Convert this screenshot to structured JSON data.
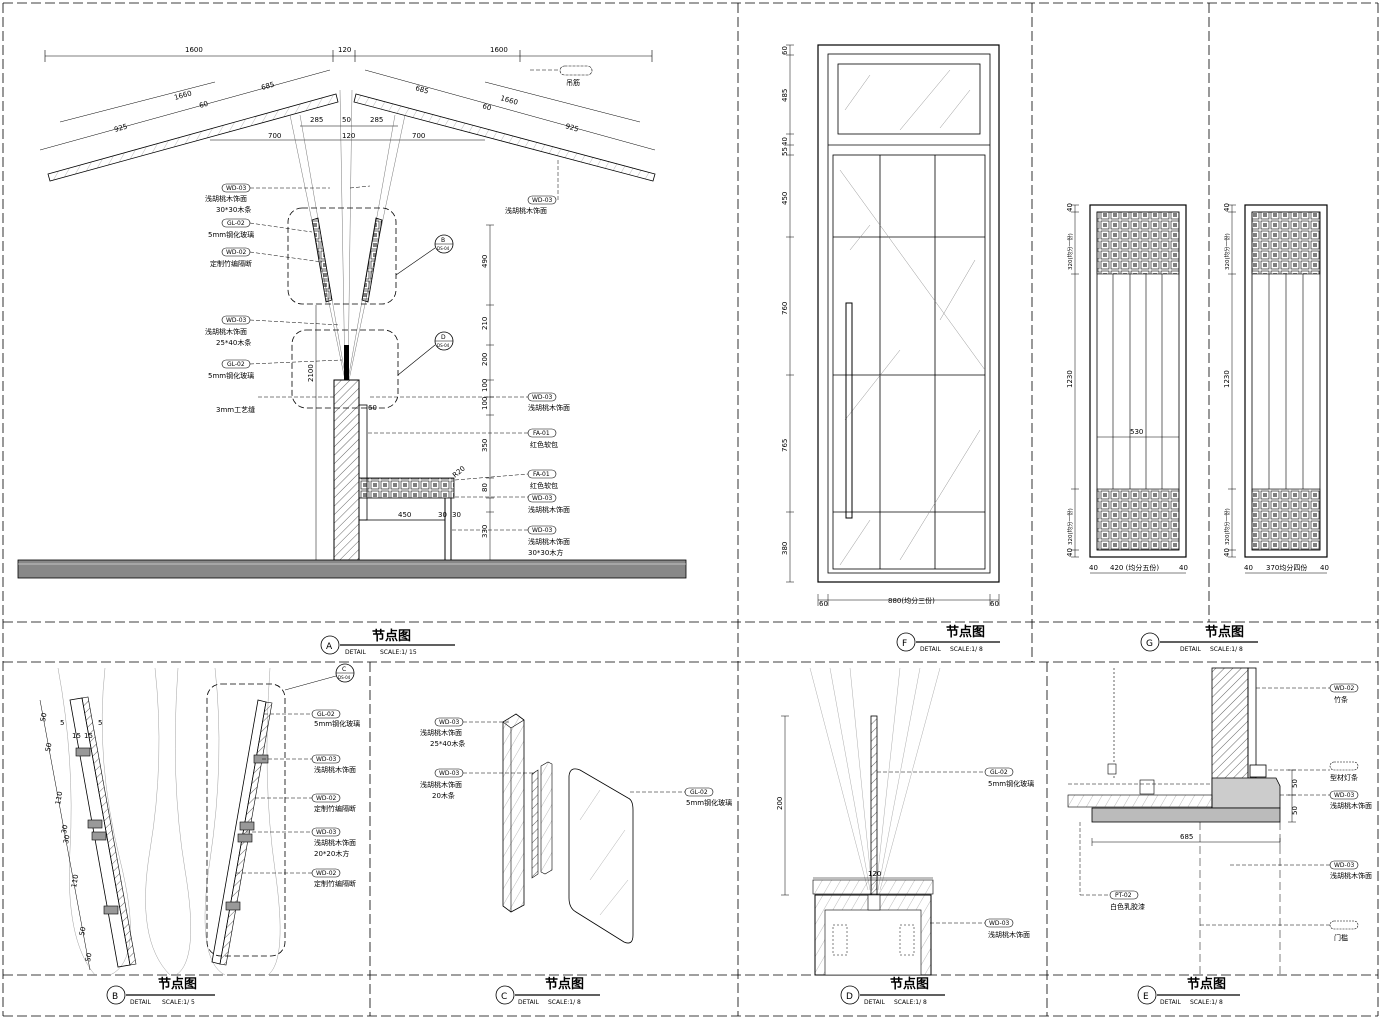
{
  "panels": {
    "A": {
      "circle": "A",
      "title": "节点图",
      "detail": "DETAIL",
      "scale": "SCALE:1/ 15",
      "dims": [
        "1600",
        "120",
        "1600",
        "1660",
        "685",
        "925",
        "60",
        "285",
        "50",
        "285",
        "120",
        "700",
        "700",
        "685",
        "60",
        "1660",
        "925",
        "490",
        "210",
        "200",
        "100",
        "100",
        "350",
        "80",
        "30",
        "450",
        "30",
        "330",
        "2100",
        "R20",
        "60"
      ],
      "tags": [
        "WD-03",
        "GL-02",
        "WD-02",
        "WD-03",
        "GL-02",
        "WD-03",
        "FA-01",
        "FA-01",
        "WD-03",
        "WD-03",
        "WD-03"
      ],
      "labels": [
        "浅胡桃木饰面",
        "30*30木条",
        "5mm钢化玻璃",
        "定制竹编隔断",
        "浅胡桃木饰面",
        "25*40木条",
        "5mm钢化玻璃",
        "3mm工艺缝",
        "浅胡桃木饰面",
        "浅胡桃木饰面",
        "红色软包",
        "红色软包",
        "浅胡桃木饰面",
        "浅胡桃木饰面",
        "30*30木方",
        "吊筋"
      ],
      "callouts": [
        {
          "l": "B",
          "s": "DS-04"
        },
        {
          "l": "D",
          "s": "DS-04"
        }
      ]
    },
    "F": {
      "circle": "F",
      "title": "节点图",
      "detail": "DETAIL",
      "scale": "SCALE:1/ 8",
      "dims": [
        "60",
        "485",
        "40",
        "55",
        "450",
        "760",
        "765",
        "380",
        "60",
        "880(均分三份)",
        "60"
      ]
    },
    "G": {
      "circle": "G",
      "title": "节点图",
      "detail": "DETAIL",
      "scale": "SCALE:1/ 8",
      "dims": [
        "40",
        "320(均分一份)",
        "1230",
        "320(均分一份)",
        "40",
        "530",
        "40",
        "420 (均分五份)",
        "40",
        "40",
        "320(均分一份)",
        "1230",
        "320(均分一份)",
        "40",
        "40",
        "370均分四份",
        "40"
      ]
    },
    "B": {
      "circle": "B",
      "title": "节点图",
      "detail": "DETAIL",
      "scale": "SCALE:1/ 5",
      "dims": [
        "50",
        "5",
        "15",
        "15",
        "5",
        "50",
        "110",
        "30",
        "30",
        "110",
        "50",
        "50"
      ],
      "tags": [
        "GL-02",
        "WD-03",
        "WD-02",
        "WD-03",
        "WD-02"
      ],
      "labels": [
        "5mm钢化玻璃",
        "浅胡桃木饰面",
        "定制竹编隔断",
        "浅胡桃木饰面",
        "20*20木方",
        "定制竹编隔断"
      ],
      "callout": {
        "l": "C",
        "s": "DS-04"
      }
    },
    "C": {
      "circle": "C",
      "title": "节点图",
      "detail": "DETAIL",
      "scale": "SCALE:1/ 8",
      "tags": [
        "WD-03",
        "WD-03",
        "GL-02"
      ],
      "labels": [
        "浅胡桃木饰面",
        "25*40木条",
        "浅胡桃木饰面",
        "20木条",
        "5mm钢化玻璃"
      ]
    },
    "D": {
      "circle": "D",
      "title": "节点图",
      "detail": "DETAIL",
      "scale": "SCALE:1/ 8",
      "dims": [
        "200",
        "120"
      ],
      "tags": [
        "GL-02",
        "WD-03"
      ],
      "labels": [
        "5mm钢化玻璃",
        "浅胡桃木饰面"
      ]
    },
    "E": {
      "circle": "E",
      "title": "节点图",
      "detail": "DETAIL",
      "scale": "SCALE:1/ 8",
      "dims": [
        "50",
        "50",
        "685"
      ],
      "tags": [
        "WD-02",
        "WD-03",
        "WD-03",
        "PT-02"
      ],
      "labels": [
        "竹条",
        "型材灯条",
        "浅胡桃木饰面",
        "浅胡桃木饰面",
        "白色乳胶漆",
        "门槛"
      ]
    }
  }
}
